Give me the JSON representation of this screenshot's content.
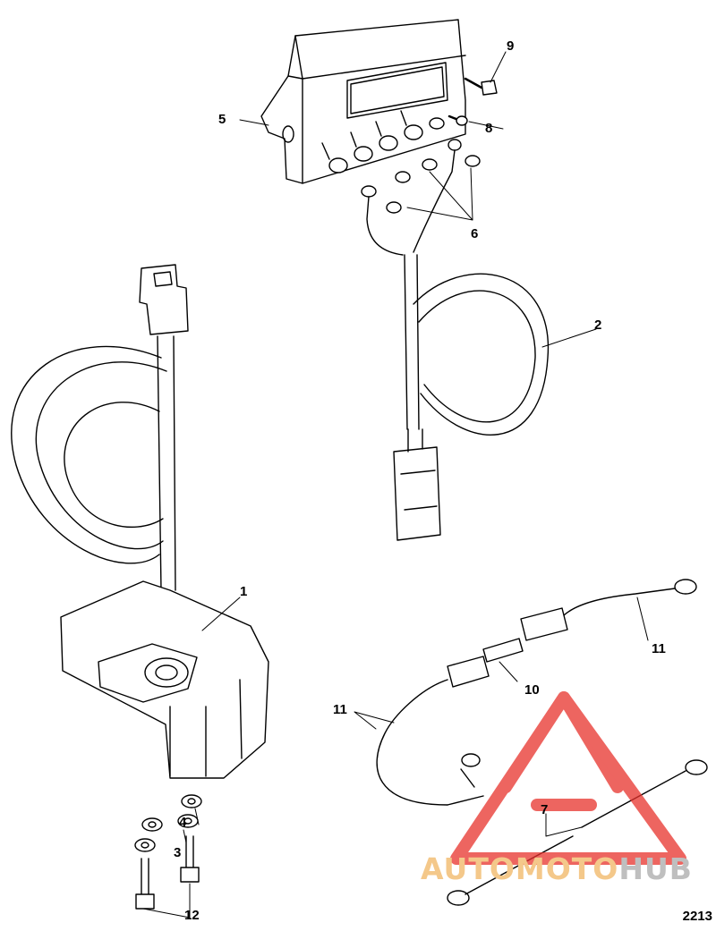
{
  "callouts": {
    "c1": "1",
    "c2": "2",
    "c3": "3",
    "c4": "4",
    "c5": "5",
    "c6": "6",
    "c7": "7",
    "c8": "8",
    "c9": "9",
    "c10": "10",
    "c11a": "11",
    "c11b": "11",
    "c12": "12"
  },
  "figure_id": "2213",
  "watermark": {
    "part1": "AUTOMOTO",
    "part2": "HUB",
    "color_main": "#f4c88a",
    "color_hub": "#bfbfbf",
    "logo_color": "#e8322c"
  },
  "line_color": "#000000"
}
